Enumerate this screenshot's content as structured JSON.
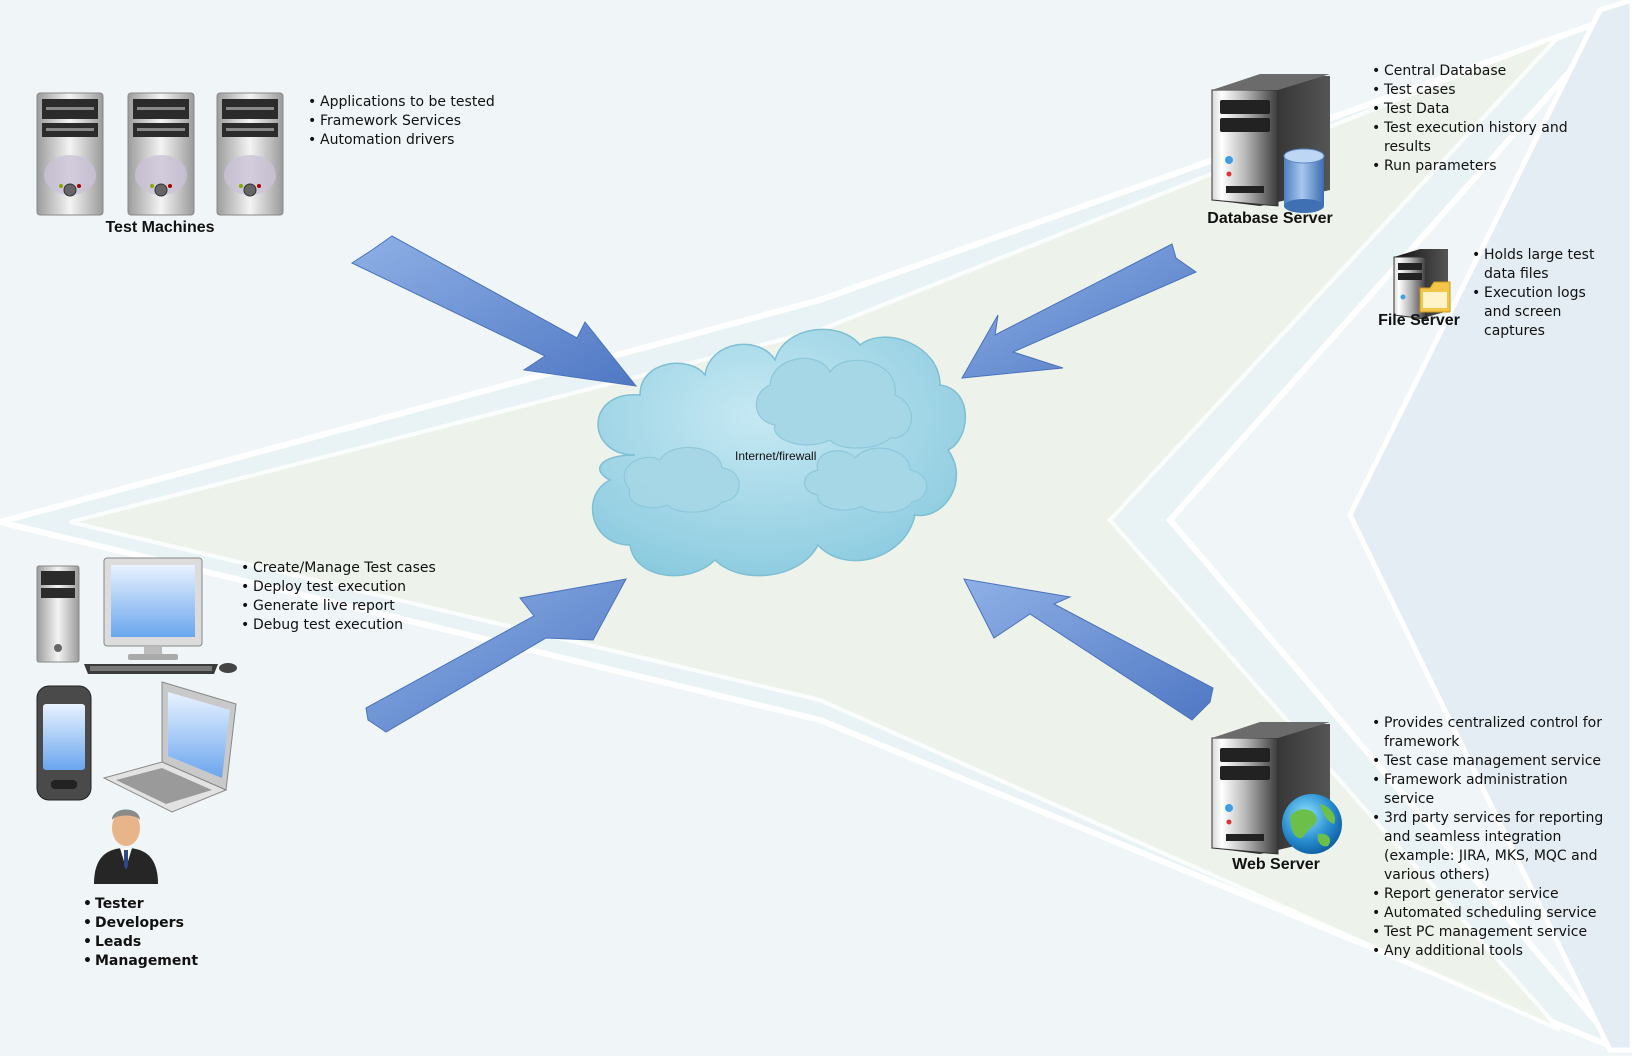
{
  "cloud": {
    "label": "Internet/firewall"
  },
  "test_machines": {
    "label": "Test Machines",
    "bullets": [
      "Applications to be tested",
      "Framework Services",
      "Automation drivers"
    ]
  },
  "database_server": {
    "label": "Database Server",
    "bullets": [
      "Central Database",
      "Test cases",
      "Test Data",
      "Test execution history and results",
      "Run parameters"
    ]
  },
  "file_server": {
    "label": "File Server",
    "bullets": [
      "Holds large test data files",
      "Execution logs and screen captures"
    ]
  },
  "clients": {
    "bullets": [
      "Create/Manage Test cases",
      "Deploy test execution",
      "Generate live report",
      "Debug test execution"
    ],
    "roles": [
      "Tester",
      "Developers",
      "Leads",
      "Management"
    ]
  },
  "web_server": {
    "label": "Web Server",
    "bullets": [
      "Provides centralized control for framework",
      "Test case management service",
      "Framework administration service",
      "3rd party services for reporting and seamless integration (example: JIRA, MKS, MQC and various others)",
      "Report generator service",
      "Automated scheduling service",
      "Test PC management service",
      "Any additional tools"
    ]
  },
  "colors": {
    "arrow": "#5b86cf",
    "cloud": "#9dd3e3",
    "background": "#eef5f7"
  }
}
